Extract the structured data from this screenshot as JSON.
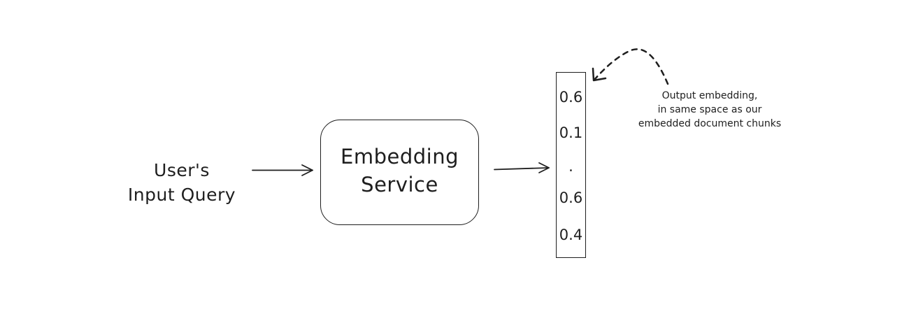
{
  "input": {
    "line1": "User's",
    "line2": "Input Query"
  },
  "service": {
    "line1": "Embedding",
    "line2": "Service"
  },
  "vector": {
    "values": [
      "0.6",
      "0.1",
      ".",
      "0.6",
      "0.4"
    ]
  },
  "annotation": {
    "line1": "Output embedding,",
    "line2": "in same space as our",
    "line3": "embedded document chunks"
  },
  "colors": {
    "stroke": "#1e1e1e",
    "background": "#ffffff"
  }
}
